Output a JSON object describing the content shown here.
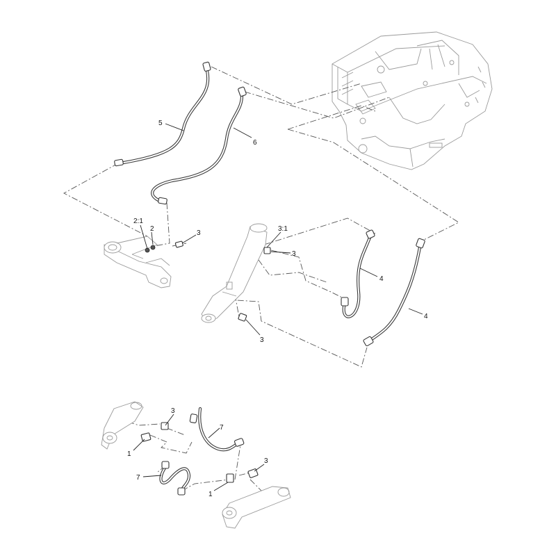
{
  "callouts": {
    "c5": "5",
    "c6": "6",
    "c2_1": "2:1",
    "c2": "2",
    "c3_a": "3",
    "c3_1": "3:1",
    "c3_b": "3",
    "c4_a": "4",
    "c4_b": "4",
    "c3_c": "3",
    "c3_d": "3",
    "c7_a": "7",
    "c1_a": "1",
    "c7_b": "7",
    "c1_b": "1",
    "c3_e": "3"
  },
  "colors": {
    "line": "#333333",
    "ghost": "#9a9a9a",
    "background": "#ffffff"
  }
}
